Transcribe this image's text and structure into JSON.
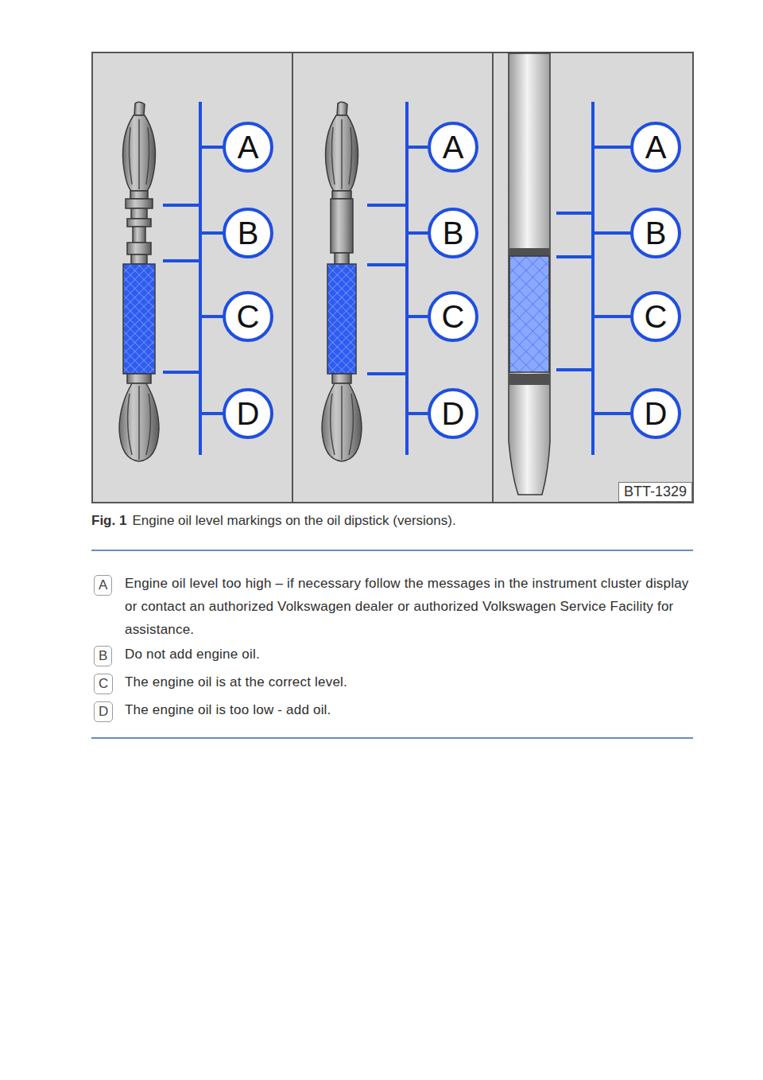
{
  "diagram": {
    "caption": "Engine oil level markings on the oil dipstick (versions).",
    "nodes": [
      {
        "text": [
          "A"
        ]
      },
      {
        "text": [
          "B"
        ]
      },
      {
        "text": [
          "C"
        ]
      },
      {
        "text": [
          "D"
        ]
      },
      {
        "text": [
          "A"
        ]
      },
      {
        "text": [
          "B"
        ]
      },
      {
        "text": [
          "C"
        ]
      },
      {
        "text": [
          "D"
        ]
      },
      {
        "text": [
          "A"
        ]
      },
      {
        "text": [
          "B"
        ]
      },
      {
        "text": [
          "C"
        ]
      },
      {
        "text": [
          "D"
        ]
      },
      {
        "text": [
          "BTT-1329"
        ]
      }
    ],
    "labels": [
      "Fig. 1",
      "A",
      "Engine oil level too high – if necessary follow the messages in the instrument cluster display or contact an authorized Volkswagen dealer or authorized Volkswagen Service Facility for assistance.",
      "B",
      "Do not add engine oil.",
      "C",
      "The engine oil is at the correct level.",
      "D",
      "The engine oil is too low - add oil."
    ]
  }
}
